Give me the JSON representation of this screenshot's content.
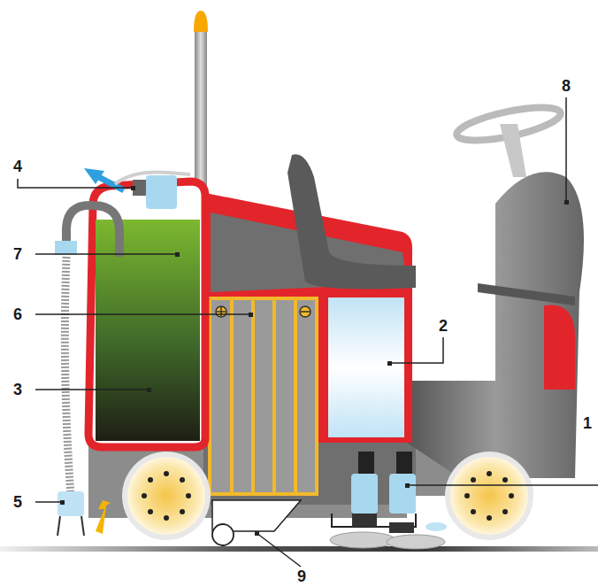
{
  "diagram": {
    "labels": [
      "8",
      "4",
      "7",
      "6",
      "2",
      "3",
      "1",
      "5",
      "9"
    ]
  }
}
